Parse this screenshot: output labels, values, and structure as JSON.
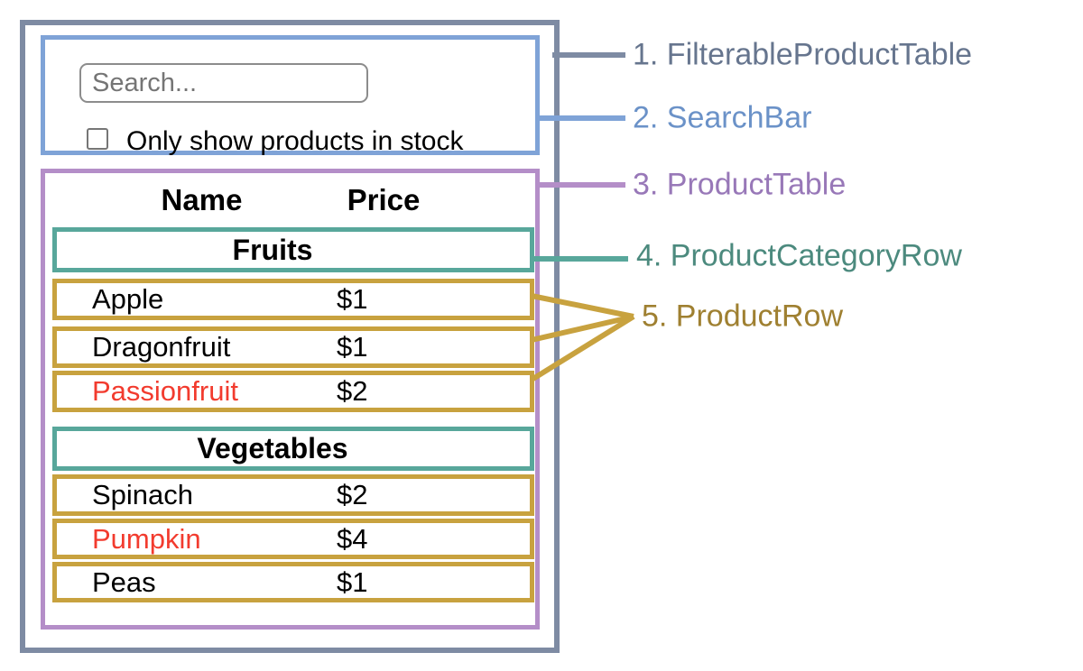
{
  "ui": {
    "search": {
      "placeholder": "Search...",
      "checkbox_label": "Only show products in stock"
    },
    "table": {
      "name_header": "Name",
      "price_header": "Price",
      "sections": [
        {
          "category": "Fruits",
          "rows": [
            {
              "name": "Apple",
              "price": "$1",
              "red_text": false
            },
            {
              "name": "Dragonfruit",
              "price": "$1",
              "red_text": false
            },
            {
              "name": "Passionfruit",
              "price": "$2",
              "red_text": true
            }
          ]
        },
        {
          "category": "Vegetables",
          "rows": [
            {
              "name": "Spinach",
              "price": "$2",
              "red_text": false
            },
            {
              "name": "Pumpkin",
              "price": "$4",
              "red_text": true
            },
            {
              "name": "Peas",
              "price": "$1",
              "red_text": false
            }
          ]
        }
      ]
    }
  },
  "annotations": {
    "labels": [
      {
        "text": "1. FilterableProductTable",
        "color": "#66758E"
      },
      {
        "text": "2. SearchBar",
        "color": "#6B92C8"
      },
      {
        "text": "3. ProductTable",
        "color": "#9878B8"
      },
      {
        "text": "4. ProductCategoryRow",
        "color": "#4C8A7E"
      },
      {
        "text": "5. ProductRow",
        "color": "#9F8031"
      }
    ],
    "box_colors": {
      "filterable_product_table": "#7E8BA3",
      "search_bar": "#7FA3D7",
      "product_table": "#B48EC8",
      "product_category_row": "#58A79B",
      "product_row": "#C8A23F"
    },
    "red_text_color": "#F23B2E"
  }
}
